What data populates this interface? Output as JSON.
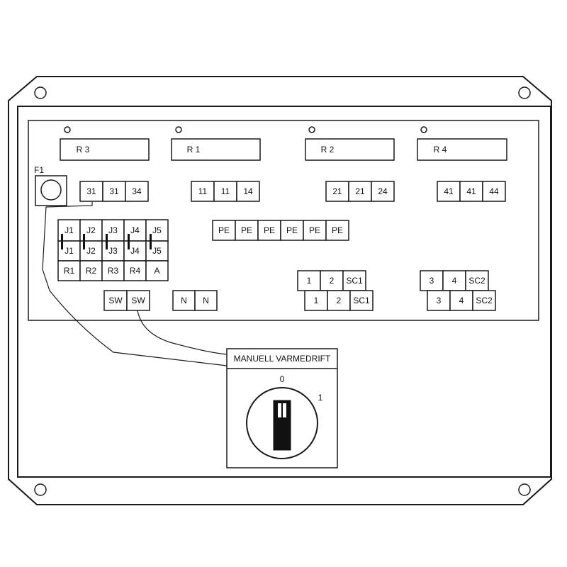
{
  "relays": {
    "r3": "R 3",
    "r1": "R 1",
    "r2": "R 2",
    "r4": "R 4"
  },
  "fuse_label": "F1",
  "terminals": {
    "r3_group": [
      "31",
      "31",
      "34"
    ],
    "r1_group": [
      "11",
      "11",
      "14"
    ],
    "r2_group": [
      "21",
      "21",
      "24"
    ],
    "r4_group": [
      "41",
      "41",
      "44"
    ],
    "pe_group": [
      "PE",
      "PE",
      "PE",
      "PE",
      "PE",
      "PE"
    ],
    "jumpers_top": [
      "J1",
      "J2",
      "J3",
      "J4",
      "J5"
    ],
    "jumpers_bottom": [
      "J1",
      "J2",
      "J3",
      "J4",
      "J5"
    ],
    "relay_row": [
      "R1",
      "R2",
      "R3",
      "R4",
      "A"
    ],
    "sc1_top": [
      "1",
      "2",
      "SC1"
    ],
    "sc1_bottom": [
      "1",
      "2",
      "SC1"
    ],
    "sc2_top": [
      "3",
      "4",
      "SC2"
    ],
    "sc2_bottom": [
      "3",
      "4",
      "SC2"
    ],
    "sw": [
      "SW",
      "SW"
    ],
    "n": [
      "N",
      "N"
    ]
  },
  "switch": {
    "label": "MANUELL VARMEDRIFT",
    "pos_0": "0",
    "pos_1": "1"
  }
}
